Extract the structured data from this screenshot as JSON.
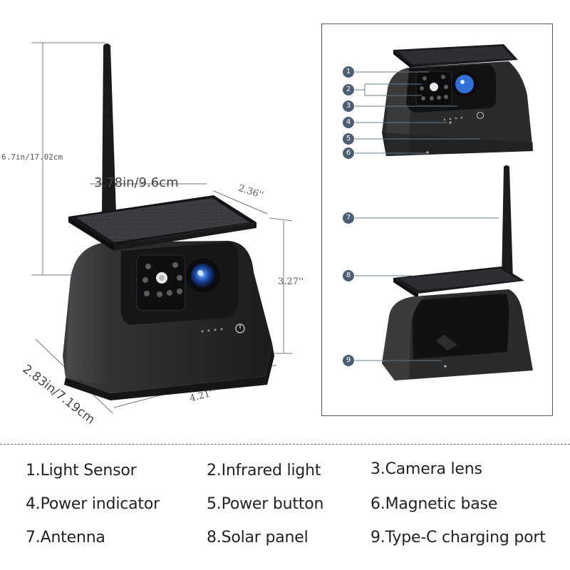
{
  "dimensions": {
    "height": "6.7in/17.02cm",
    "width_top": "3.78in/9.6cm",
    "depth_top": "2.36''",
    "height_side": "3.27''",
    "depth_bottom": "2.83in/7.19cm",
    "width_bottom": "4.21''"
  },
  "callouts": [
    "1",
    "2",
    "3",
    "4",
    "5",
    "6",
    "7",
    "8",
    "9"
  ],
  "legend": [
    "1.Light Sensor",
    "2.Infrared light",
    "3.Camera lens",
    "4.Power indicator",
    "5.Power button",
    "6.Magnetic base",
    "7.Antenna",
    "8.Solar panel",
    "9.Type-C charging port"
  ]
}
